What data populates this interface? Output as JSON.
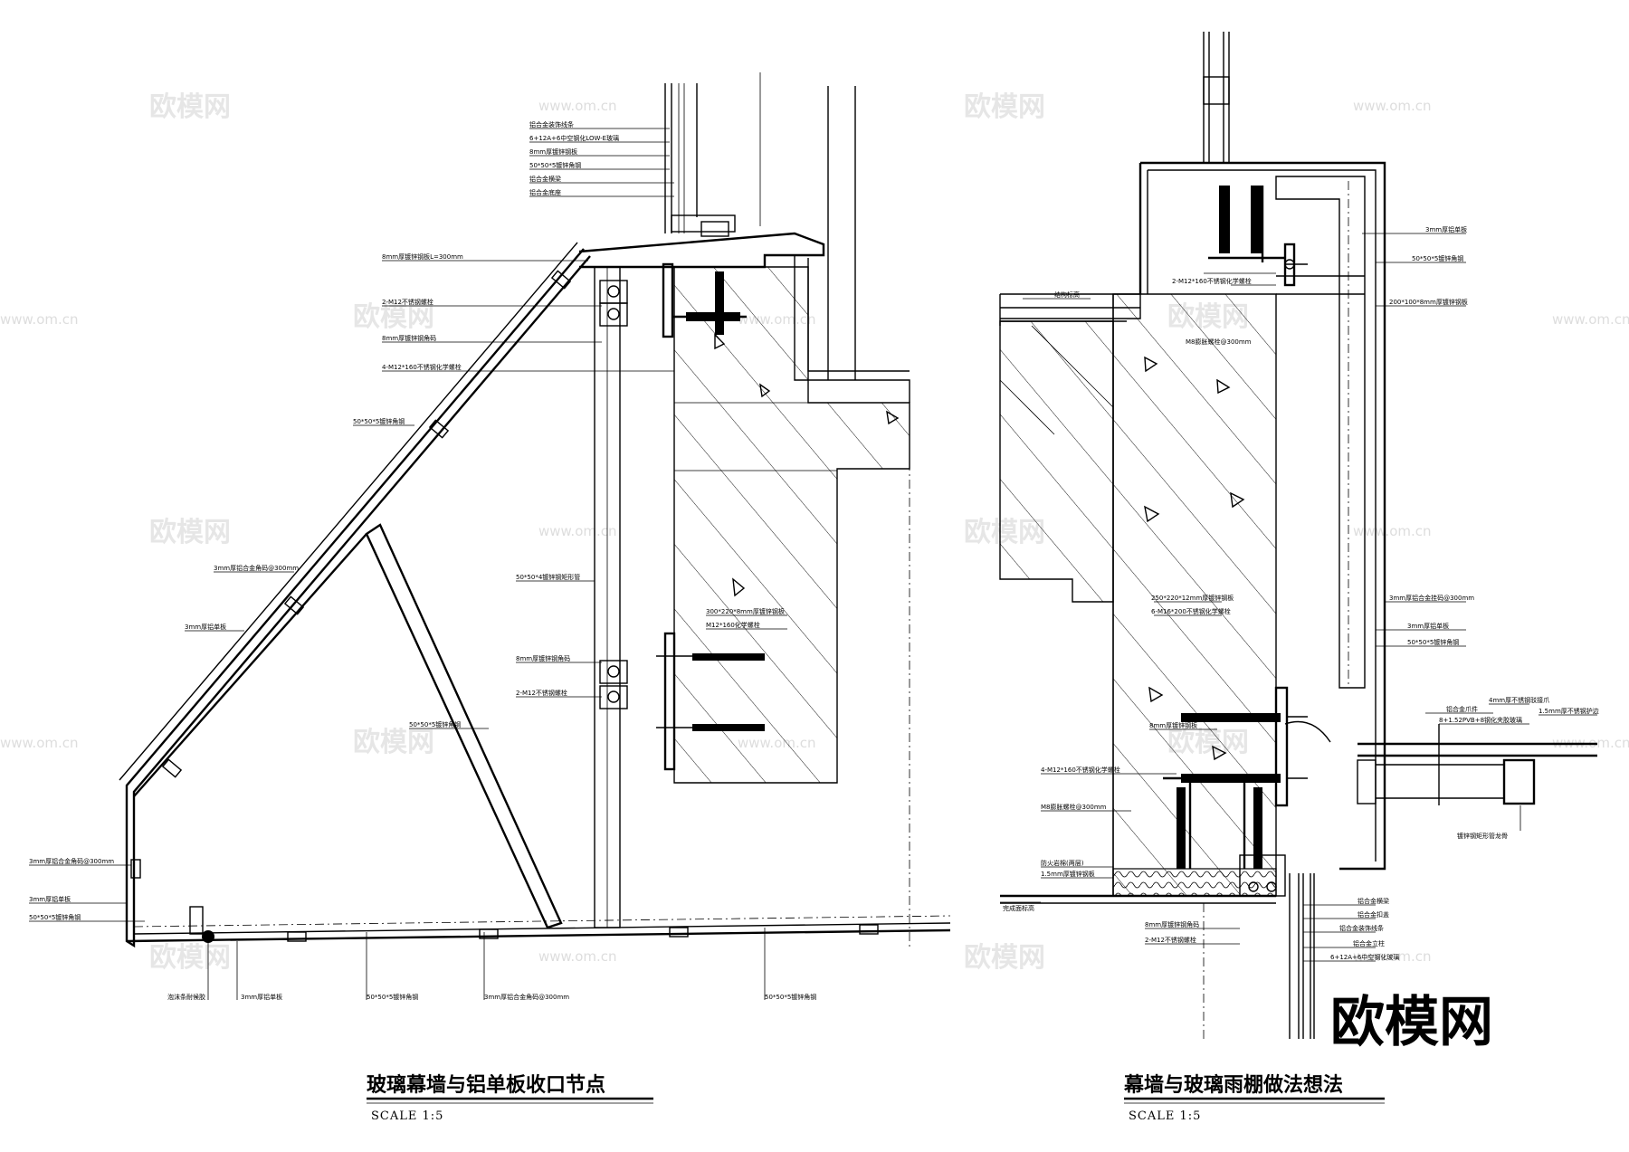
{
  "left_detail": {
    "title": "玻璃幕墙与铝单板收口节点",
    "scale": "SCALE 1:5",
    "labels": [
      "铝合金装饰线条",
      "6+12A+6中空钢化LOW-E玻璃",
      "8mm厚镀锌钢板",
      "50*50*5镀锌角钢",
      "铝合金横梁",
      "铝合金底座",
      "8mm厚镀锌钢板L=300mm",
      "2-M12不锈钢螺栓",
      "8mm厚镀锌钢角码",
      "4-M12*160不锈钢化学螺栓",
      "50*50*5镀锌角钢",
      "3mm厚铝合金角码@300mm",
      "3mm厚铝单板",
      "50*50*4镀锌钢矩形管",
      "300*220*8mm厚镀锌钢板",
      "M12*160化学螺栓",
      "8mm厚镀锌钢角码",
      "2-M12不锈钢螺栓",
      "50*50*5镀锌角钢",
      "3mm厚铝合金角码@300mm",
      "3mm厚铝单板",
      "50*50*5镀锌角钢",
      "泡沫条耐候胶",
      "3mm厚铝单板",
      "50*50*5镀锌角钢",
      "3mm厚铝合金角码@300mm",
      "50*50*5镀锌角钢"
    ]
  },
  "right_detail": {
    "title": "幕墙与玻璃雨棚做法想法",
    "scale": "SCALE 1:5",
    "labels": [
      "3mm厚铝单板",
      "50*50*5镀锌角钢",
      "200*100*8mm厚镀锌钢板",
      "2-M12*160不锈钢化学螺栓",
      "M8膨胀螺栓@300mm",
      "结构标高",
      "250*220*12mm厚镀锌钢板",
      "6-M16*200不锈钢化学螺栓",
      "8mm厚镀锌钢板",
      "4-M12*160不锈钢化学螺栓",
      "M8膨胀螺栓@300mm",
      "防火岩棉(两层)",
      "1.5mm厚镀锌钢板",
      "完成面标高",
      "8mm厚镀锌钢角码",
      "2-M12不锈钢螺栓",
      "3mm厚铝合金挂码@300mm",
      "3mm厚铝单板",
      "50*50*5镀锌角钢",
      "4mm厚不锈钢驳接爪",
      "8+1.52PVB+8钢化夹胶玻璃",
      "铝合金爪件",
      "1.5mm厚不锈钢护边",
      "镀锌钢矩形管龙骨",
      "铝合金横梁",
      "铝合金扣盖",
      "铝合金装饰线条",
      "铝合金立柱",
      "6+12A+6中空钢化玻璃"
    ]
  },
  "watermark": {
    "brand": "欧模网",
    "url": "www.om.cn"
  }
}
